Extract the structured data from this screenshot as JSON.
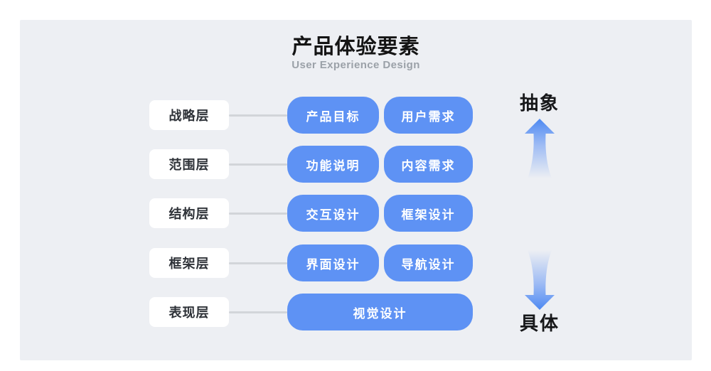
{
  "title": "产品体验要素",
  "subtitle": "User Experience Design",
  "rows": [
    {
      "label": "战略层",
      "boxes": [
        "产品目标",
        "用户需求"
      ]
    },
    {
      "label": "范围层",
      "boxes": [
        "功能说明",
        "内容需求"
      ]
    },
    {
      "label": "结构层",
      "boxes": [
        "交互设计",
        "框架设计"
      ]
    },
    {
      "label": "框架层",
      "boxes": [
        "界面设计",
        "导航设计"
      ]
    },
    {
      "label": "表现层",
      "boxes": [
        "视觉设计"
      ]
    }
  ],
  "axis": {
    "top_label": "抽象",
    "bottom_label": "具体"
  },
  "colors": {
    "panel_bg": "#edeff3",
    "box_blue": "#5e92f4",
    "arrow_blue": "#4c88f2",
    "label_bg": "#ffffff",
    "label_text": "#2e3238",
    "connector_gray": "#d2d5d9",
    "subtitle_gray": "#9ba1a8",
    "title_black": "#141414"
  }
}
